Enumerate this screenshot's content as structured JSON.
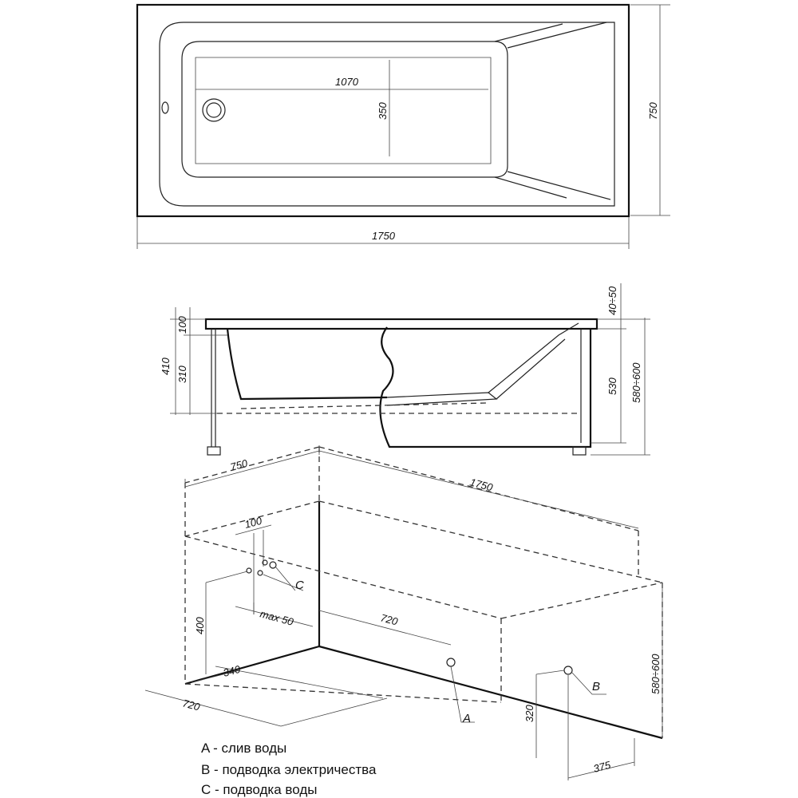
{
  "top_view": {
    "length": "1750",
    "width": "750",
    "inner_length": "1070",
    "inner_width": "350"
  },
  "side_view": {
    "total_height": "410",
    "rim": "100",
    "depth": "310",
    "apron_gap": "40÷50",
    "apron_height": "530",
    "install_height": "580÷600"
  },
  "iso_view": {
    "width": "750",
    "length": "1750",
    "pipe_spacing": "100",
    "pipe_offset": "max 50",
    "pipe_height": "400",
    "drain_distance": "720",
    "drain_side": "340",
    "drain_front": "720",
    "electric_height": "320",
    "electric_side": "375",
    "height": "580÷600",
    "label_a": "A",
    "label_b": "B",
    "label_c": "C"
  },
  "legend": [
    {
      "text": "A - слив воды"
    },
    {
      "text": "B - подводка электричества"
    },
    {
      "text": "C - подводка воды"
    }
  ]
}
